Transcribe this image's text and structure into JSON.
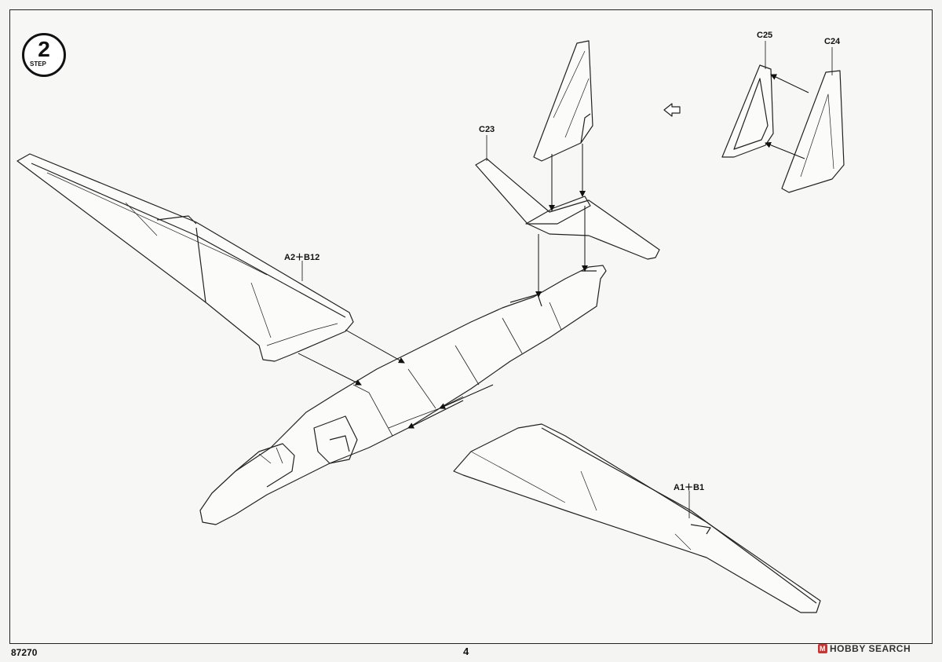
{
  "step": {
    "number": "2",
    "word": "STEP"
  },
  "labels": {
    "c25": "C25",
    "c24": "C24",
    "c23": "C23",
    "left_wing": "A2＋B12",
    "right_wing": "A1＋B1"
  },
  "footer": {
    "code": "87270",
    "page": "4"
  },
  "watermark": {
    "icon": "M",
    "text": "HOBBY SEARCH"
  }
}
